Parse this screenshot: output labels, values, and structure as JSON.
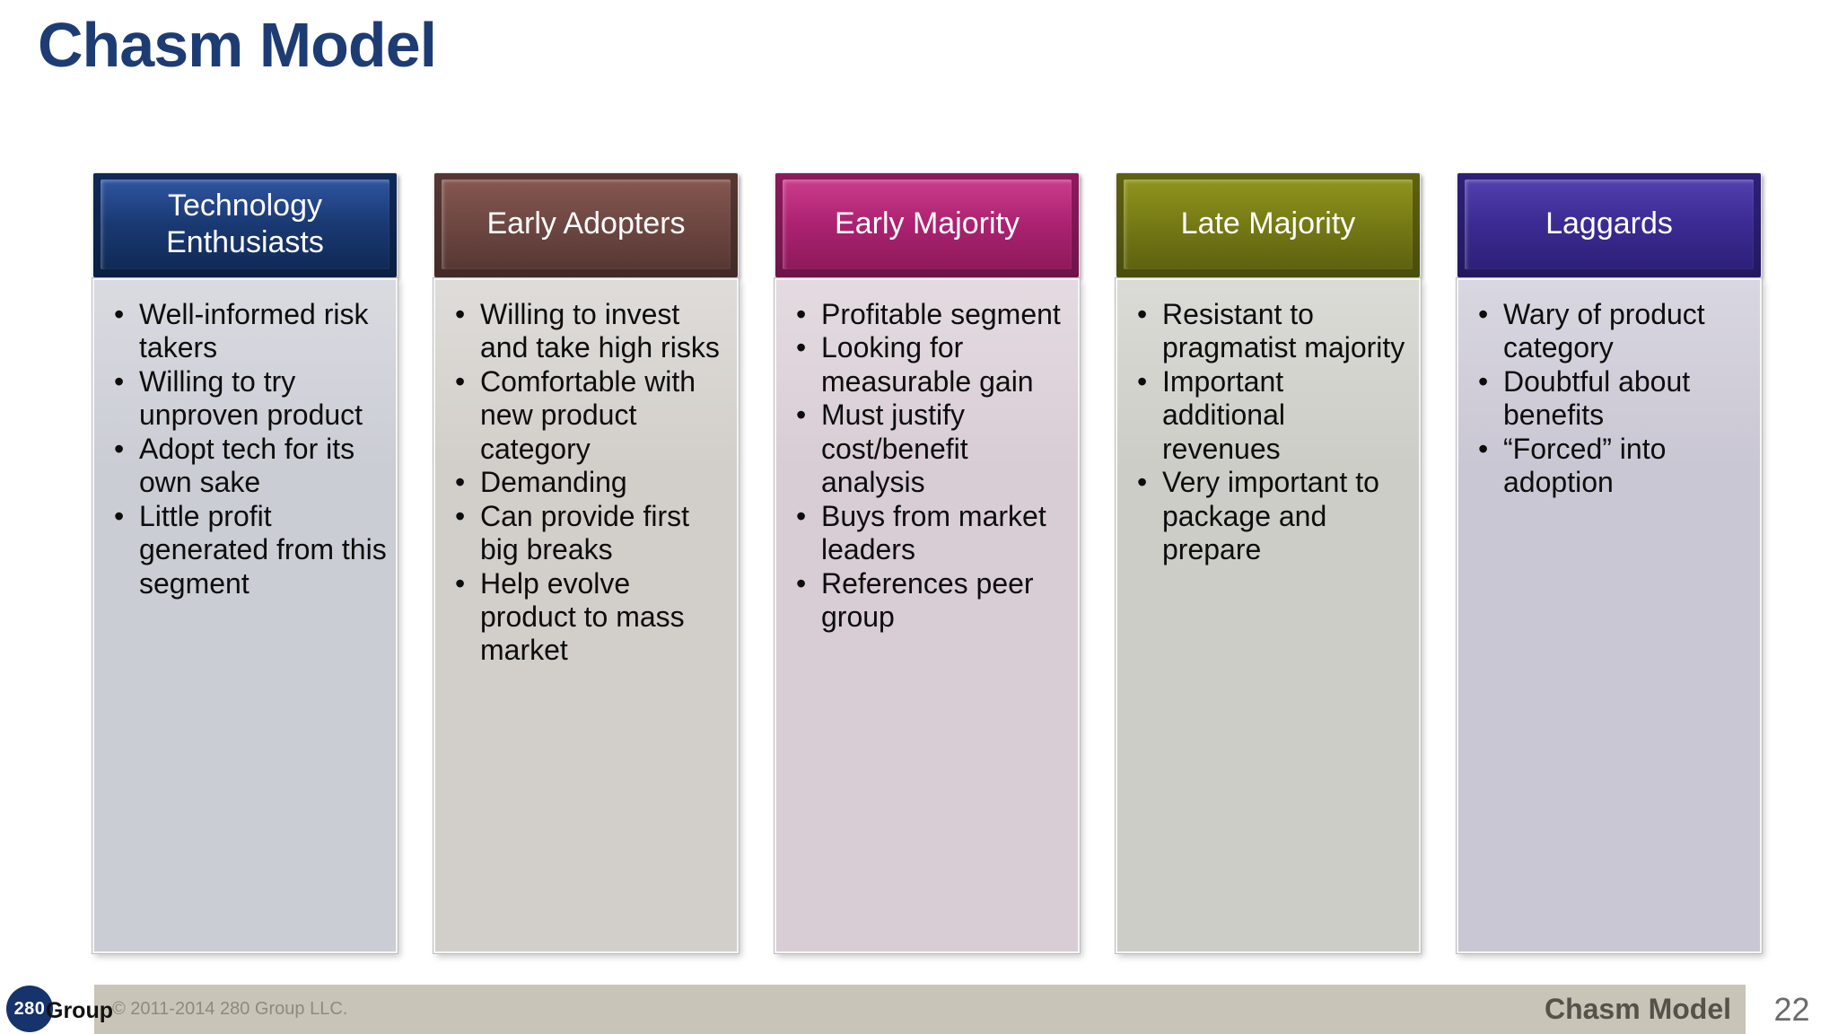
{
  "title": "Chasm Model",
  "page_number": "22",
  "footer": {
    "copyright": "© 2011-2014 280 Group LLC.",
    "label": "Chasm Model",
    "logo": {
      "number": "280",
      "word": "Group"
    }
  },
  "accent_colors": {
    "title_text": "#1e3c74",
    "footer_bar": "#c9c4b8",
    "bullet_text": "#0d0d0d"
  },
  "columns": [
    {
      "title": "Technology Enthusiasts",
      "colors": {
        "light": "#2f55a0",
        "main": "#1a3a74",
        "dark": "#102a56",
        "darker": "#0b1f42",
        "body": "#cbcdd5"
      },
      "bullets": [
        "Well-informed risk takers",
        "Willing to try unproven product",
        "Adopt tech for its own sake",
        "Little profit generated from this segment"
      ]
    },
    {
      "title": "Early Adopters",
      "colors": {
        "light": "#85564f",
        "main": "#6f4843",
        "dark": "#573733",
        "darker": "#432a27",
        "body": "#d2cfca"
      },
      "bullets": [
        "Willing to invest and take high risks",
        "Comfortable with new product category",
        "Demanding",
        "Can provide first big breaks",
        "Help evolve product to mass market"
      ]
    },
    {
      "title": "Early Majority",
      "colors": {
        "light": "#ca3d8c",
        "main": "#ad2272",
        "dark": "#8d1a5b",
        "darker": "#6f1448",
        "body": "#d9cdd5"
      },
      "bullets": [
        "Profitable segment",
        "Looking for measurable gain",
        "Must justify cost/benefit analysis",
        "Buys from market leaders",
        "References peer group"
      ]
    },
    {
      "title": "Late Majority",
      "colors": {
        "light": "#8f941e",
        "main": "#777b15",
        "dark": "#5e6110",
        "darker": "#4a4d0c",
        "body": "#cdcdc7"
      },
      "bullets": [
        "Resistant to pragmatist majority",
        "Important additional revenues",
        "Very important to package and prepare"
      ]
    },
    {
      "title": "Laggards",
      "colors": {
        "light": "#5240ae",
        "main": "#3c2b94",
        "dark": "#2d2077",
        "darker": "#231960",
        "body": "#cac7d4"
      },
      "bullets": [
        "Wary of product category",
        "Doubtful about benefits",
        "“Forced” into adoption"
      ]
    }
  ]
}
